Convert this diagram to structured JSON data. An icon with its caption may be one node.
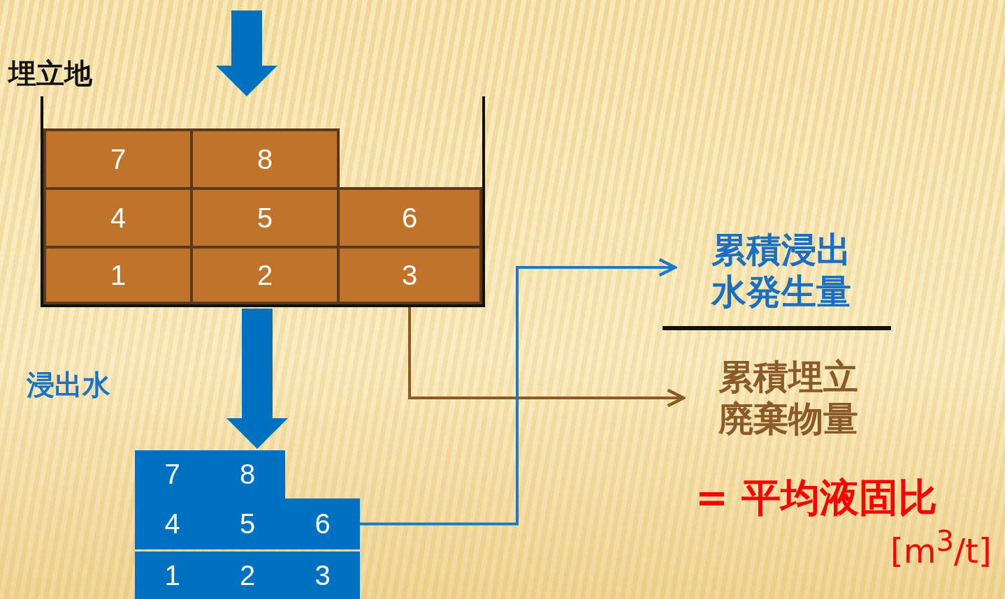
{
  "diagram": {
    "nodes": [
      {
        "text": [
          "埋立地"
        ]
      },
      {
        "text": [
          "7"
        ],
        "in": 0
      },
      {
        "text": [
          "8"
        ],
        "in": 0
      },
      {
        "text": [
          "4"
        ],
        "in": 0
      },
      {
        "text": [
          "5"
        ],
        "in": 0
      },
      {
        "text": [
          "6"
        ],
        "in": 0
      },
      {
        "text": [
          "1"
        ],
        "in": 0
      },
      {
        "text": [
          "2"
        ],
        "in": 0
      },
      {
        "text": [
          "3"
        ],
        "in": 0
      },
      {
        "text": [],
        "shape": "box"
      },
      {
        "text": [
          "7"
        ],
        "in": 9
      },
      {
        "text": [
          "8"
        ],
        "in": 9
      },
      {
        "text": [
          "4"
        ],
        "in": 9
      },
      {
        "text": [
          "5"
        ],
        "in": 9
      },
      {
        "text": [
          "6"
        ],
        "in": 9
      },
      {
        "text": [
          "1"
        ],
        "in": 9
      },
      {
        "text": [
          "2"
        ],
        "in": 9
      },
      {
        "text": [
          "3"
        ],
        "in": 9
      },
      {
        "text": [
          "累積浸出水発生量"
        ]
      },
      {
        "text": [
          "累積埋立廃棄物量"
        ]
      }
    ],
    "edges": [
      {
        "from": null,
        "to": 0,
        "arrow": "to",
        "style": "thick",
        "color": "#0070c0"
      },
      {
        "from": 0,
        "to": 9,
        "arrow": "to",
        "style": "thick",
        "color": "#0070c0"
      },
      {
        "from": 8,
        "to": 19,
        "arrow": "to",
        "color": "#8a5a22"
      },
      {
        "from": 14,
        "to": 18,
        "arrow": "to",
        "color": "#1f78c8"
      }
    ],
    "labels": [
      "浸出水",
      "= 平均液固比",
      "[m$^{3}$/t]"
    ]
  }
}
